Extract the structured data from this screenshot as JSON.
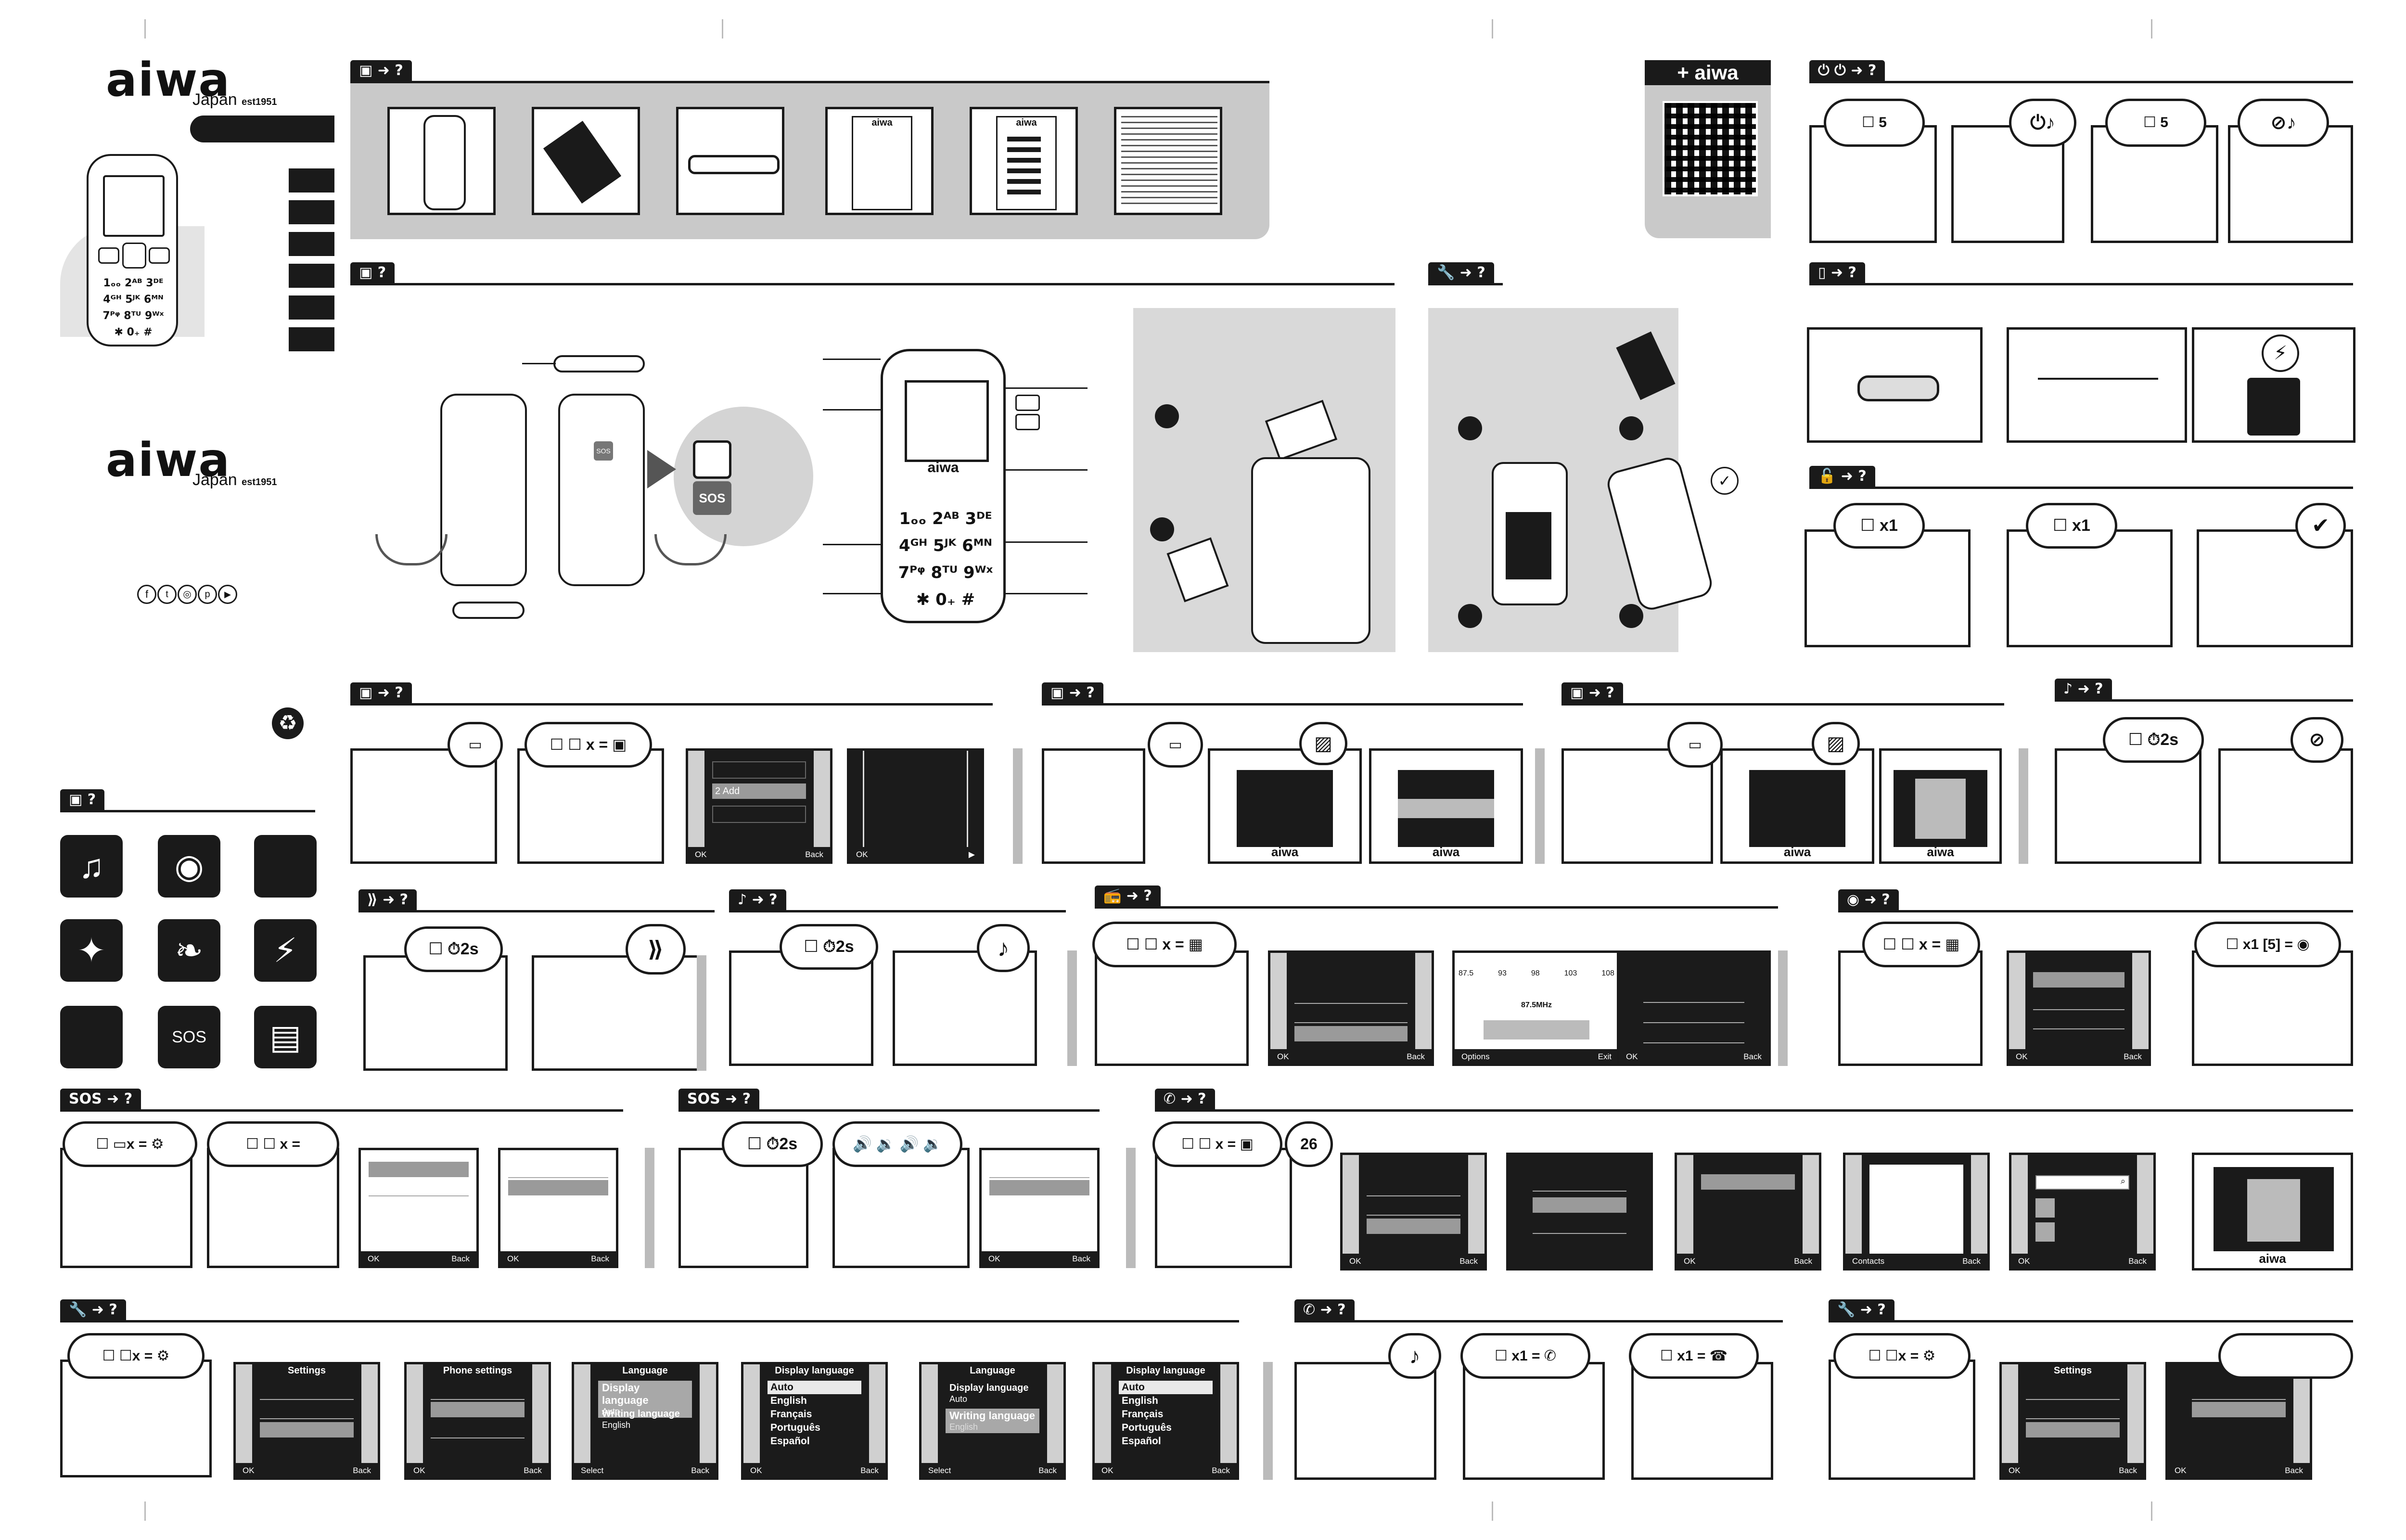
{
  "brand": {
    "logo_text": "aiwa",
    "tagline": "Japan",
    "est": "est1951"
  },
  "qr": {
    "label": "+ aiwa"
  },
  "headers": {
    "box_contents": "?",
    "device_overview": "?",
    "install": "?",
    "power": "?",
    "charging": "?",
    "unlock": "?",
    "contacts": "?",
    "photo_contact": "?",
    "ringtone": "?",
    "flashlight": "?",
    "music": "?",
    "radio": "?",
    "camera": "?",
    "sos_setup": "SOS",
    "sos_use": "SOS",
    "calls": "?",
    "settings_lang": "?",
    "answer": "?",
    "settings2": "?",
    "features": "?"
  },
  "phone_labels": {
    "sos": "SOS"
  },
  "screens": {
    "ok": "OK",
    "back": "Back",
    "add": "Add",
    "add_index": "2",
    "options": "Options",
    "exit": "Exit",
    "select": "Select",
    "contacts": "Contacts",
    "radio_freq": "87.5MHz",
    "radio_scale": [
      "87.5",
      "93",
      "98",
      "103",
      "108"
    ],
    "settings_title": "Settings",
    "phone_settings_title": "Phone settings",
    "language_title": "Language",
    "display_language_title": "Display language",
    "display_language": "Display language",
    "auto": "Auto",
    "writing_language": "Writing language",
    "english": "English",
    "languages": [
      "Auto",
      "English",
      "Français",
      "Português",
      "Español"
    ]
  },
  "bubbles": {
    "x": "x",
    "x1": "x1",
    "eq": "=",
    "two_s": "2s",
    "five": "5",
    "five_s": "5"
  },
  "numbers": {
    "sos_dial": "26"
  }
}
